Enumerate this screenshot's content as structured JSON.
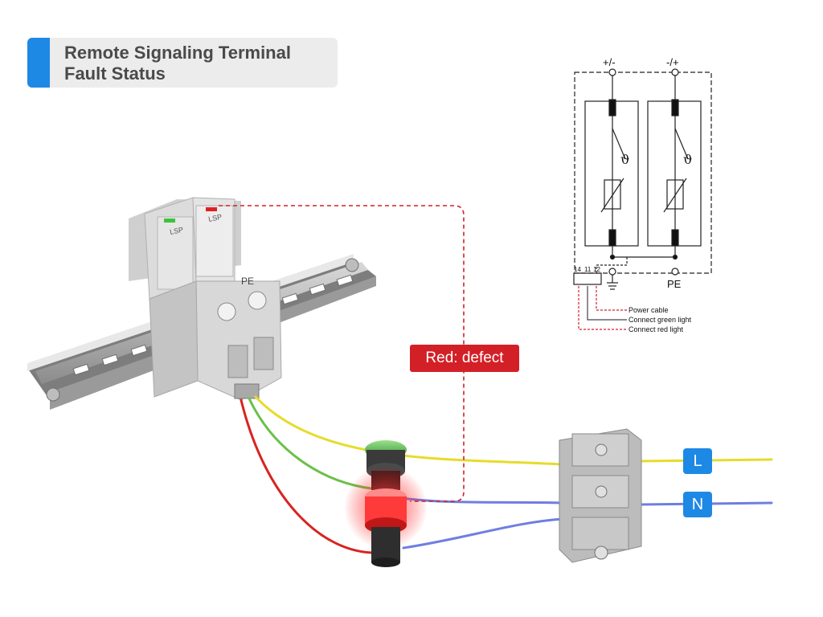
{
  "title": {
    "line1": "Remote Signaling Terminal",
    "line2": "Fault Status"
  },
  "defect_label": "Red: defect",
  "device": {
    "brand": "LSP",
    "pe_label": "PE"
  },
  "terminal_tags": {
    "l": "L",
    "n": "N"
  },
  "schematic": {
    "top_left_terminal": "+/-",
    "top_right_terminal": "-/+",
    "pe_label": "PE",
    "theta_symbol": "ϑ",
    "contact_numbers": [
      "14",
      "11",
      "12"
    ],
    "legend": [
      "Power cable",
      "Connect green light",
      "Connect red light"
    ]
  },
  "colors": {
    "accent_blue": "#1e88e5",
    "defect_red": "#d32027",
    "wire_yellow": "#e6dc2a",
    "wire_green": "#6cc04a",
    "wire_red": "#d9231f",
    "wire_blue": "#6f7ee0"
  }
}
